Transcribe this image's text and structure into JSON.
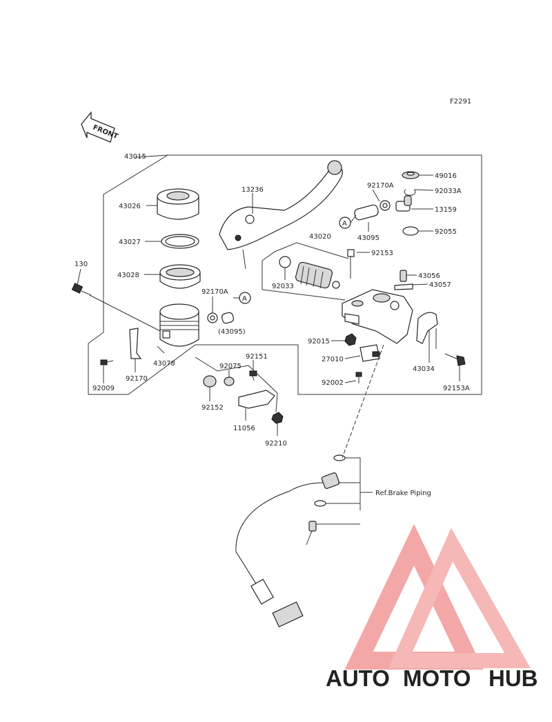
{
  "figure_code": "F2291",
  "front_label": "FRONT",
  "callouts": {
    "c43015": "43015",
    "c43026": "43026",
    "c43027": "43027",
    "c43028": "43028",
    "c130": "130",
    "c92170A_left": "92170A",
    "c43095_paren": "(43095)",
    "c43078": "43078",
    "c92009": "92009",
    "c92170": "92170",
    "c13236": "13236",
    "c43020": "43020",
    "c92033": "92033",
    "c92170A_right": "92170A",
    "c43095": "43095",
    "c92153": "92153",
    "c49016": "49016",
    "c92033A": "92033A",
    "c13159": "13159",
    "c92055": "92055",
    "c43056": "43056",
    "c43057": "43057",
    "c92015": "92015",
    "c27010": "27010",
    "c92002": "92002",
    "c43034": "43034",
    "c92153A": "92153A",
    "c92075": "92075",
    "c92151": "92151",
    "c92152": "92152",
    "c11056": "11056",
    "c92210": "92210",
    "ref_brake_piping": "Ref.Brake Piping"
  },
  "connectors": {
    "a_left": "A",
    "a_right": "A"
  },
  "watermark": {
    "part1": "AUTO",
    "part2": "MOTO",
    "part3": "HUB",
    "color_orange": "#f5a35a",
    "color_red": "#ee5a5a",
    "color_grey": "#4a4a4a"
  }
}
